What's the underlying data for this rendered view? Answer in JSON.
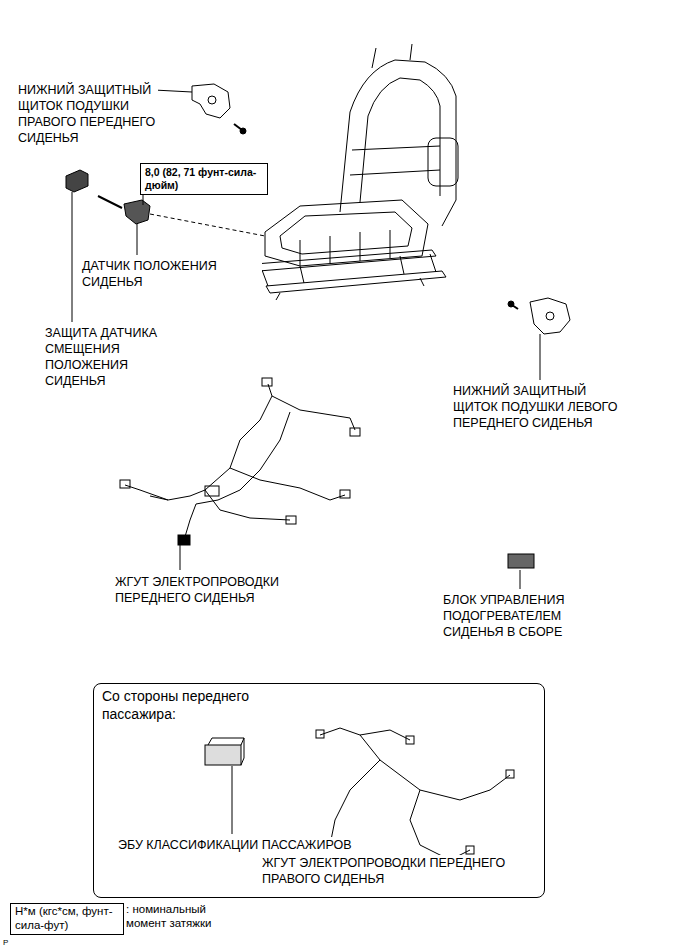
{
  "diagram": {
    "nodes": [
      {
        "text": [
          "8,0 (82, 71 фунт-сила-дюйм)"
        ]
      },
      {
        "text": [
          "Со стороны переднего пассажира:"
        ]
      },
      {
        "text": [
          "Н*м (кгс*см, фунт-сила-фут)"
        ]
      }
    ],
    "labels": [
      "НИЖНИЙ ЗАЩИТНЫЙ ЩИТОК ПОДУШКИ ПРАВОГО ПЕРЕДНЕГО СИДЕНЬЯ",
      "ДАТЧИК ПОЛОЖЕНИЯ СИДЕНЬЯ",
      "ЗАЩИТА ДАТЧИКА СМЕЩЕНИЯ ПОЛОЖЕНИЯ СИДЕНЬЯ",
      "НИЖНИЙ ЗАЩИТНЫЙ ЩИТОК ПОДУШКИ ЛЕВОГО ПЕРЕДНЕГО СИДЕНЬЯ",
      "ЖГУТ ЭЛЕКТРОПРОВОДКИ ПЕРЕДНЕГО СИДЕНЬЯ",
      "БЛОК УПРАВЛЕНИЯ ПОДОГРЕВАТЕЛЕМ СИДЕНЬЯ В СБОРЕ",
      "ЭБУ КЛАССИФИКАЦИИ ПАССАЖИРОВ",
      "ЖГУТ ЭЛЕКТРОПРОВОДКИ ПЕРЕДНЕГО ПРАВОГО СИДЕНЬЯ",
      ": номинальный момент затяжки",
      "P"
    ]
  }
}
